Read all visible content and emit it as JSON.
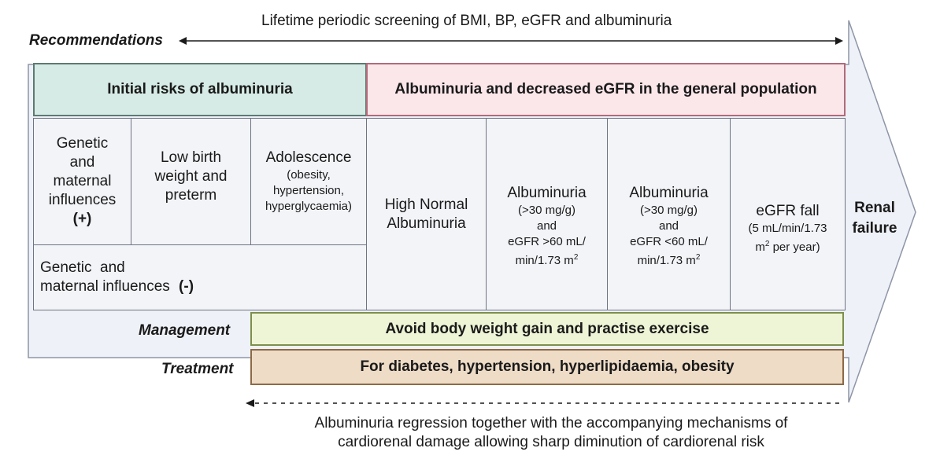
{
  "recommendations_label": "Recommendations",
  "lifetime_screening": "Lifetime periodic screening of BMI, BP, eGFR and albuminuria",
  "header_initial_risks": "Initial risks of albuminuria",
  "header_general_population": "Albuminuria and decreased eGFR in the general population",
  "cells": {
    "genetic_plus": {
      "line1": "Genetic",
      "line2": "and",
      "line3": "maternal",
      "line4": "influences",
      "sign": "(+)"
    },
    "low_birth": {
      "line1": "Low birth",
      "line2": "weight and",
      "line3": "preterm"
    },
    "adolescence": {
      "title": "Adolescence",
      "sub1": "(obesity,",
      "sub2": "hypertension,",
      "sub3": "hyperglycaemia)"
    },
    "genetic_minus": {
      "line1": "Genetic  and",
      "line2": "maternal influences",
      "sign": "(-)"
    },
    "high_normal": {
      "line1": "High Normal",
      "line2": "Albuminuria"
    },
    "alb_gt60": {
      "title": "Albuminuria",
      "sub1": "(>30 mg/g)",
      "sub2": "and",
      "sub3": "eGFR >60 mL/",
      "sub4": "min/1.73 m",
      "sup": "2"
    },
    "alb_lt60": {
      "title": "Albuminuria",
      "sub1": "(>30 mg/g)",
      "sub2": "and",
      "sub3": "eGFR <60 mL/",
      "sub4": "min/1.73 m",
      "sup": "2"
    },
    "egfr_fall": {
      "title": "eGFR fall",
      "sub1": "(5 mL/min/1.73",
      "sub2a": "m",
      "sup": "2",
      "sub2b": " per year)"
    }
  },
  "renal_failure": {
    "line1": "Renal",
    "line2": "failure"
  },
  "management_label": "Management",
  "management_text": "Avoid body weight gain and practise exercise",
  "treatment_label": "Treatment",
  "treatment_text": "For diabetes, hypertension, hyperlipidaemia, obesity",
  "regression_line1": "Albuminuria regression together with the accompanying mechanisms of",
  "regression_line2": "cardiorenal damage allowing sharp diminution of cardiorenal risk",
  "colors": {
    "arrow_fill": "#eef1f7",
    "initial_header": "#d6ebe5",
    "general_header": "#fbe6ea",
    "management": "#eef5d6",
    "treatment": "#eedcc7",
    "cell": "#f2f4f8"
  }
}
